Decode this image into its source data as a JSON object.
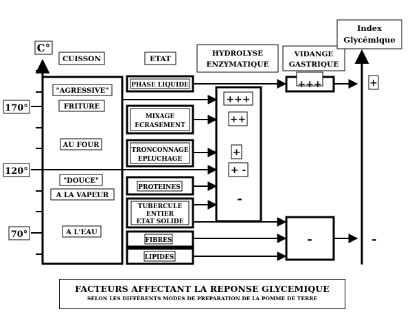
{
  "axis": {
    "unit": "C°",
    "ticks": [
      "170°",
      "120°",
      "70°"
    ]
  },
  "headers": {
    "cuisson": "CUISSON",
    "etat": "ETAT",
    "hydrolyse": [
      "HYDROLYSE",
      "ENZYMATIQUE"
    ],
    "vidange": [
      "VIDANGE",
      "GASTRIQUE"
    ],
    "index": [
      "Index",
      "Glycémique"
    ]
  },
  "cuisson": {
    "agressive": "\"AGRESSIVE\"",
    "friture": "FRITURE",
    "four": "AU FOUR",
    "douce": "\"DOUCE\"",
    "vapeur": "A LA VAPEUR",
    "eau": "A L'EAU"
  },
  "etat": [
    [
      "PHASE LIQUIDE"
    ],
    [
      "MIXAGE",
      "ECRASEMENT"
    ],
    [
      "TRONCONNAGE",
      "EPLUCHAGE"
    ],
    [
      "PROTEINES"
    ],
    [
      "TUBERCULE",
      "ENTIER",
      "ETAT SOLIDE"
    ],
    [
      "FIBRES"
    ],
    [
      "LIPIDES"
    ]
  ],
  "hydrolyse_levels": [
    "+++",
    "++",
    "+",
    "+ -",
    "-"
  ],
  "vidange_levels": [
    "+++",
    "-"
  ],
  "index_levels": [
    "+",
    "-"
  ],
  "caption": {
    "line1": "FACTEURS AFFECTANT LA REPONSE GLYCEMIQUE",
    "line2": "SELON LES DIFFÉRENTS MODES DE PREPARATION DE LA POMME DE TERRE"
  }
}
